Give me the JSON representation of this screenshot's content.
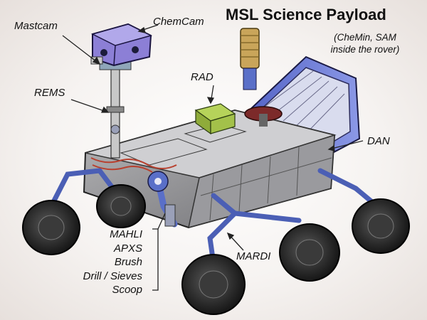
{
  "title": "MSL Science Payload",
  "note": [
    "(CheMin, SAM",
    "inside the rover)"
  ],
  "labels": {
    "mastcam": "Mastcam",
    "chemcam": "ChemCam",
    "rems": "REMS",
    "rad": "RAD",
    "dan": "DAN",
    "mardi": "MARDI"
  },
  "arm_instruments": [
    "MAHLI",
    "APXS",
    "Brush",
    "Drill / Sieves",
    "Scoop"
  ],
  "colors": {
    "mast_head": "#8c7fd6",
    "body_gray": "#8f8f92",
    "arm_blue": "#5a6fc8",
    "wheel": "#2a2a2a",
    "rtg": "#c9a55a",
    "rad_green": "#9dbb4a"
  }
}
